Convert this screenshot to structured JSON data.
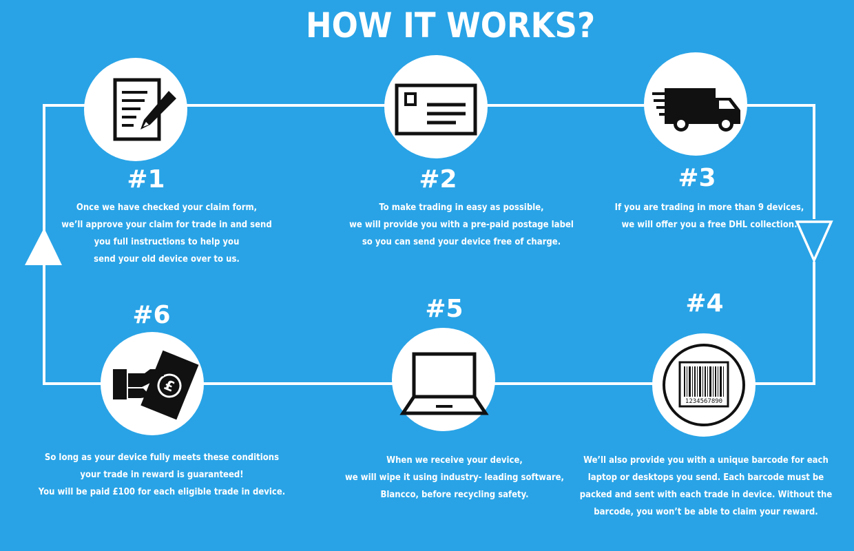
{
  "title": "HOW IT WORKS?",
  "colors": {
    "background": "#29a3e6",
    "foreground": "#ffffff",
    "icon": "#111111"
  },
  "steps": [
    {
      "number": "#1",
      "icon": "form-icon",
      "lines": [
        "Once we have checked your claim form,",
        "we’ll approve your claim for trade in and send",
        "you full instructions to help you",
        "send your old device over to us."
      ]
    },
    {
      "number": "#2",
      "icon": "postage-label-icon",
      "lines": [
        "To make trading in easy as possible,",
        "we will provide you with a pre-paid postage label",
        "so you can send your device free of charge."
      ]
    },
    {
      "number": "#3",
      "icon": "delivery-van-icon",
      "lines": [
        "If you are trading in more than 9 devices,",
        "we will offer you a free DHL collection."
      ]
    },
    {
      "number": "#4",
      "icon": "barcode-icon",
      "barcode_text": "1234567890",
      "lines": [
        "We’ll also provide you with a unique barcode for each",
        "laptop or desktops you send. Each barcode must be",
        "packed and sent with each trade in device. Without the",
        "barcode, you won’t be able to claim your reward."
      ]
    },
    {
      "number": "#5",
      "icon": "laptop-icon",
      "lines": [
        "When we receive your device,",
        "we will wipe it using industry- leading software,",
        "Blancco, before recycling safety."
      ]
    },
    {
      "number": "#6",
      "icon": "cash-payment-icon",
      "lines": [
        "So long as your device fully meets these conditions",
        "your trade in reward is guaranteed!",
        "You will be paid £100 for each eligible trade in device."
      ]
    }
  ]
}
